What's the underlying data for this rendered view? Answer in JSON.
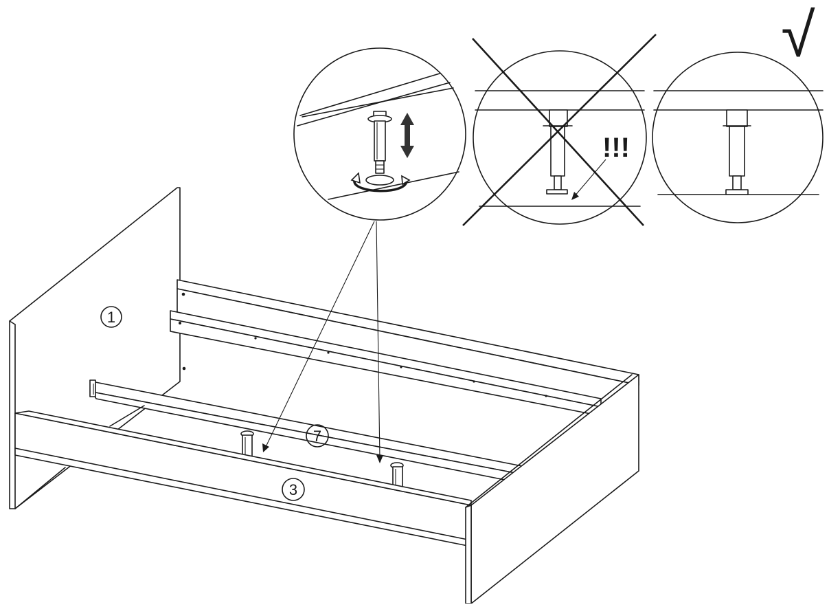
{
  "diagram": {
    "part_labels": {
      "headboard": "1",
      "side_rail": "3",
      "center_beam": "7"
    },
    "warning_text": "!!!",
    "ok_mark": "√"
  },
  "icons": {
    "incorrect": "cross-out-icon",
    "correct": "checkmark-icon",
    "adjust": "double-arrow-icon",
    "rotate": "rotate-arrow-icon"
  },
  "colors": {
    "line": "#1a1a1a",
    "background": "#ffffff",
    "adjust_arrow": "#333333"
  }
}
